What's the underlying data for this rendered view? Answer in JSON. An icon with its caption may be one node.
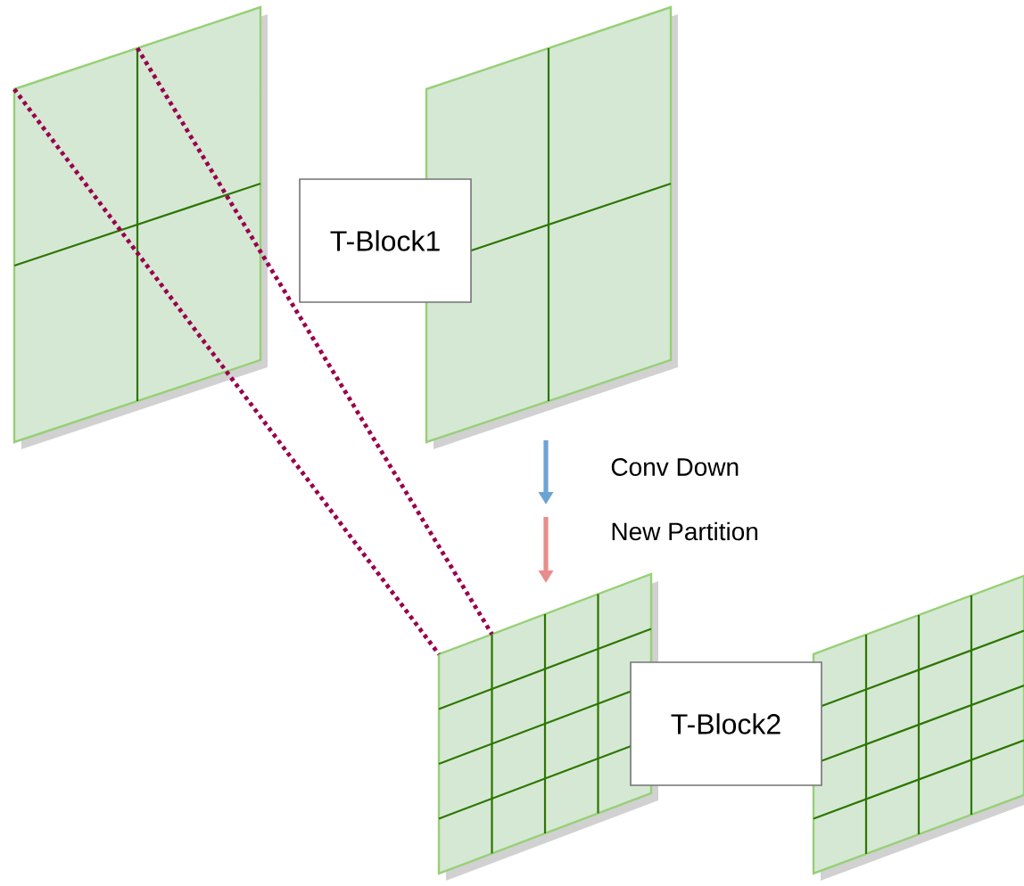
{
  "diagram": {
    "nodes": [
      {
        "text": [],
        "shape": "box"
      },
      {
        "text": [],
        "shape": "box"
      },
      {
        "text": [],
        "shape": "box"
      },
      {
        "text": [],
        "shape": "box"
      },
      {
        "text": [
          "T-Block1"
        ]
      },
      {
        "text": [
          "T-Block2"
        ]
      }
    ],
    "edges": [
      {
        "from": 0,
        "to": 2,
        "arrow": "none",
        "style": "dashed",
        "color": "#99004d"
      },
      {
        "from": 0,
        "to": 2,
        "arrow": "none",
        "style": "dashed",
        "color": "#99004d"
      }
    ],
    "legend": [
      {
        "text": "Conv Down"
      },
      {
        "text": "New Partition"
      }
    ]
  }
}
